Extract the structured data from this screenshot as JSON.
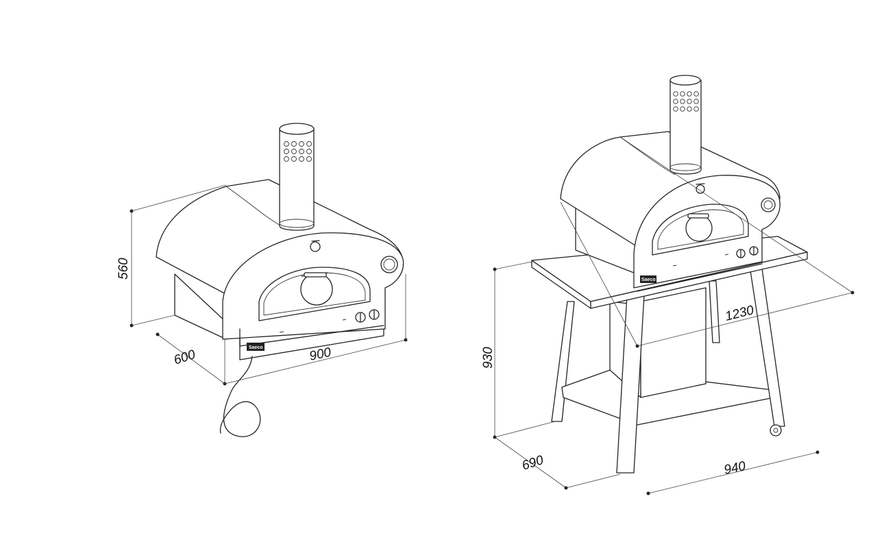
{
  "oven_standalone": {
    "brand_plate": "Saeco",
    "dimensions": {
      "height": "560",
      "depth": "600",
      "width": "900"
    }
  },
  "oven_with_stand": {
    "brand_plate": "Saeco",
    "dimensions": {
      "height": "930",
      "depth": "690",
      "width": "940",
      "diagonal": "1230"
    }
  }
}
